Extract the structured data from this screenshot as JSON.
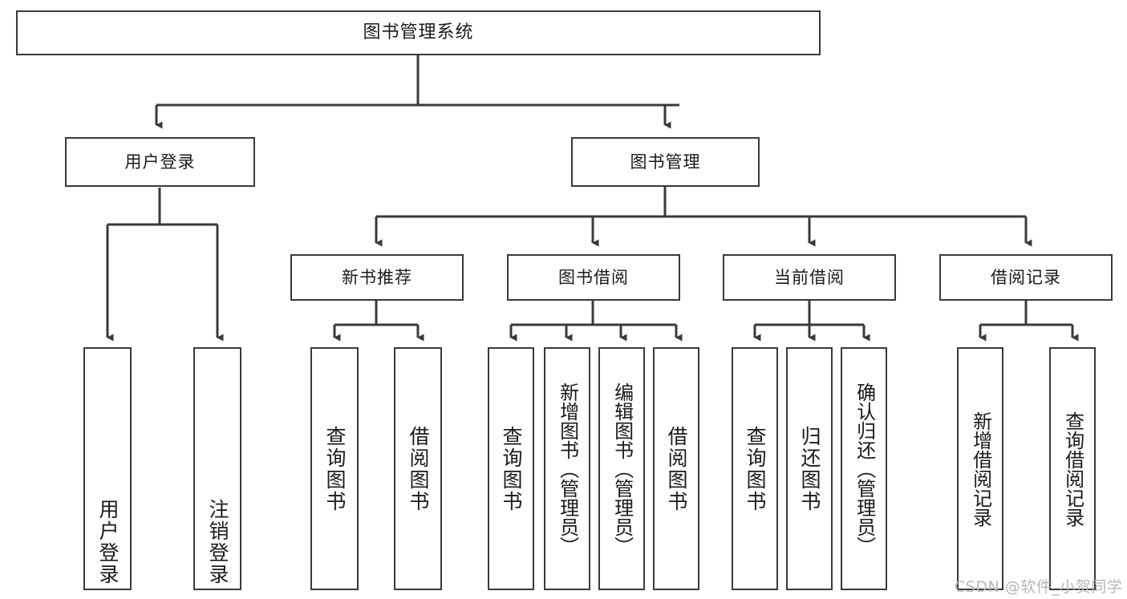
{
  "diagram": {
    "title": "图书管理系统",
    "type": "tree-hierarchy",
    "background": "#ffffff",
    "line_color": "#3a3a3a",
    "text_color": "#1a1a1a"
  },
  "nodes": {
    "root": {
      "label": "图书管理系统"
    },
    "level1": [
      {
        "id": "user-login",
        "label": "用户登录"
      },
      {
        "id": "book-management",
        "label": "图书管理"
      }
    ],
    "level2": [
      {
        "id": "new-book-recommend",
        "label": "新书推荐"
      },
      {
        "id": "book-borrow",
        "label": "图书借阅"
      },
      {
        "id": "current-borrow",
        "label": "当前借阅"
      },
      {
        "id": "borrow-record",
        "label": "借阅记录"
      }
    ],
    "leaves": {
      "user-login": [
        {
          "id": "leaf-user-login",
          "label": "用户登录"
        },
        {
          "id": "leaf-logout-login",
          "label": "注销登录"
        }
      ],
      "new-book-recommend": [
        {
          "id": "leaf-query-book-1",
          "label": "查询图书"
        },
        {
          "id": "leaf-borrow-book-1",
          "label": "借阅图书"
        }
      ],
      "book-borrow": [
        {
          "id": "leaf-query-book-2",
          "label": "查询图书"
        },
        {
          "id": "leaf-add-book",
          "label": "新增图书（管理员）"
        },
        {
          "id": "leaf-edit-book",
          "label": "编辑图书（管理员）"
        },
        {
          "id": "leaf-borrow-book-2",
          "label": "借阅图书"
        }
      ],
      "current-borrow": [
        {
          "id": "leaf-query-book-3",
          "label": "查询图书"
        },
        {
          "id": "leaf-return-book",
          "label": "归还图书"
        },
        {
          "id": "leaf-confirm-return",
          "label": "确认归还（管理员）"
        }
      ],
      "borrow-record": [
        {
          "id": "leaf-add-record",
          "label": "新增借阅记录"
        },
        {
          "id": "leaf-query-record",
          "label": "查询借阅记录"
        }
      ]
    }
  },
  "watermark": {
    "text": "CSDN @软件_小贺同学"
  }
}
